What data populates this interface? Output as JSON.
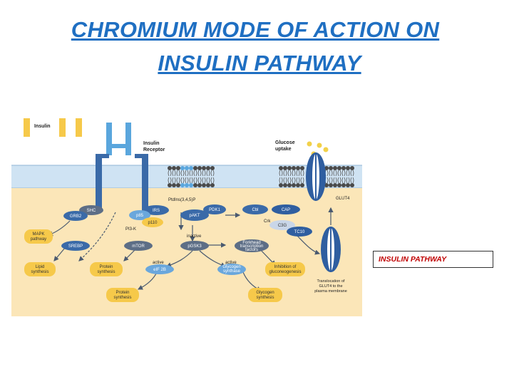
{
  "slide": {
    "title_line1": "CHROMIUM MODE OF ACTION ON",
    "title_line2": "INSULIN PATHWAY"
  },
  "diagram": {
    "labels": {
      "insulin": "Insulin",
      "insulin_receptor_1": "Insulin",
      "insulin_receptor_2": "Receptor",
      "glucose_uptake_1": "Glucose",
      "glucose_uptake_2": "uptake",
      "ptdins": "PtdIns(3,4,5)P",
      "glut4": "GLUT4",
      "pi3k": "PI3-K",
      "inactive": "inactive",
      "active_left": "active",
      "active_right": "active",
      "crk": "Crk",
      "translocation_1": "Translocation of",
      "translocation_2": "GLUT4 to the",
      "translocation_3": "plasma membrane"
    },
    "nodes": {
      "shc": "SHC",
      "grb2": "GRB2",
      "irs": "IRS",
      "p85": "p85",
      "p110": "p110",
      "pakt": "pAKT",
      "pdk1": "PDK1",
      "cbl": "Cbl",
      "cap": "CAP",
      "c3g": "C3G",
      "tc10": "TC10",
      "srebp": "SREBP",
      "mtor": "mTOR",
      "pgsk3": "pGSK3",
      "forkhead_1": "Forkhead",
      "forkhead_2": "transcription",
      "forkhead_3": "factors",
      "eif2b": "eIF 2B",
      "glycogen_synthase_1": "Glycogen",
      "glycogen_synthase_2": "synthase"
    },
    "outputs": {
      "mapk_1": "MAPK",
      "mapk_2": "pathway",
      "lipid_1": "Lipid",
      "lipid_2": "synthesis",
      "protein_a_1": "Protein",
      "protein_a_2": "synthesis",
      "protein_b_1": "Protein",
      "protein_b_2": "synthesis",
      "glycogen_1": "Glycogen",
      "glycogen_2": "synthesis",
      "gluconeo_1": "Inhibition of",
      "gluconeo_2": "gluconeogenesis"
    }
  },
  "legend": {
    "label": "INSULIN PATHWAY"
  },
  "colors": {
    "title": "#1f6fc2",
    "cytoplasm": "#fbe6b8",
    "extracellular": "#ffffff",
    "membrane": "#cfe3f3",
    "node_dark": "#3a6aa8",
    "node_light": "#6aa7dc",
    "node_grey": "#5d6e86",
    "output_yellow": "#f6c94a",
    "legend_text": "#c00000"
  }
}
